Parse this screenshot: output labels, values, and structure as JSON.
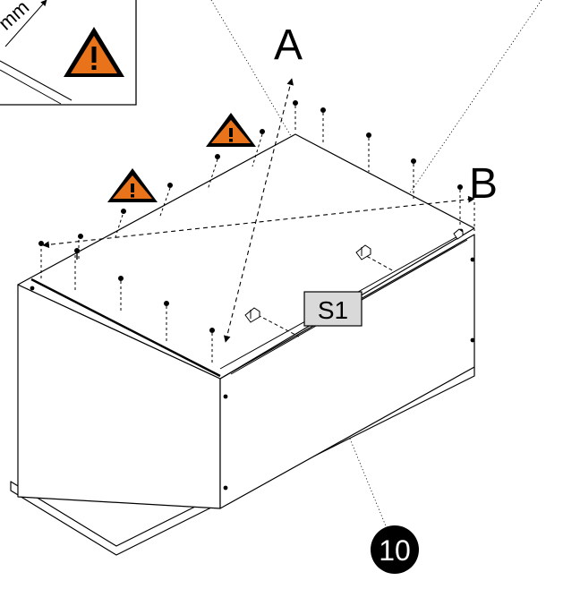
{
  "inset": {
    "partial_text": "mm",
    "warning_icon": "warning-triangle-icon"
  },
  "labels": {
    "diagonal_a": "A",
    "diagonal_b": "B",
    "part_label": "S1",
    "step_number": "10"
  },
  "warnings": [
    {
      "icon": "warning-triangle-icon"
    },
    {
      "icon": "warning-triangle-icon"
    }
  ],
  "colors": {
    "warning_fill": "#e8731a",
    "line": "#000000",
    "label_box": "#d9d9d9",
    "badge": "#000000",
    "badge_text": "#ffffff"
  }
}
